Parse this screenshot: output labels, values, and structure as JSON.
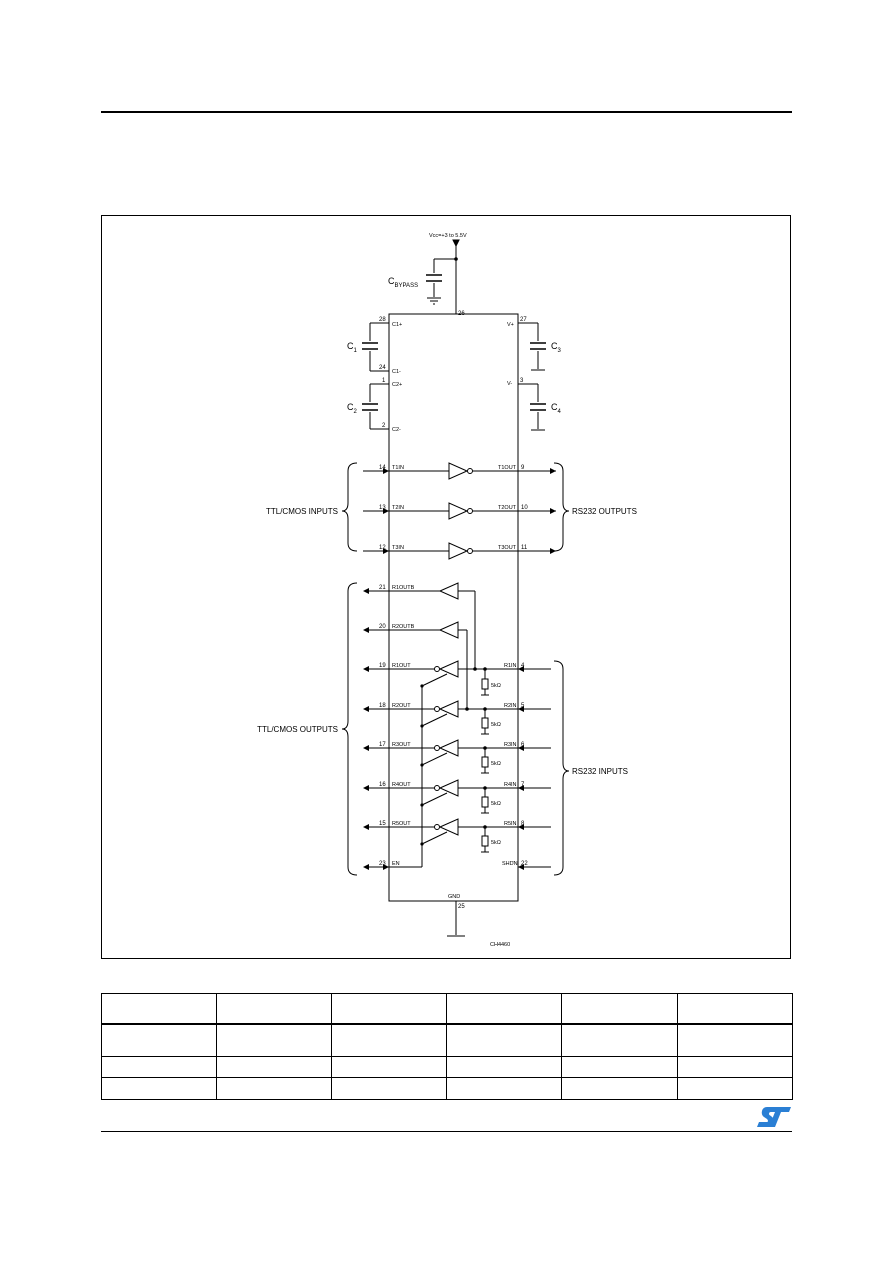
{
  "diagram": {
    "supply_label": "Vcc=+3 to 5.5V",
    "bypass_cap": {
      "name": "C",
      "sub": "BYPASS"
    },
    "caps": [
      {
        "name": "C",
        "sub": "1"
      },
      {
        "name": "C",
        "sub": "2"
      },
      {
        "name": "C",
        "sub": "3"
      },
      {
        "name": "C",
        "sub": "4"
      }
    ],
    "pump_pins": [
      {
        "num": "28",
        "sig": "C1+"
      },
      {
        "num": "24",
        "sig": "C1-"
      },
      {
        "num": "1",
        "sig": "C2+"
      },
      {
        "num": "2",
        "sig": "C2-"
      },
      {
        "num": "27",
        "sig": "V+"
      },
      {
        "num": "3",
        "sig": "V-"
      }
    ],
    "vcc_pin": "26",
    "gnd": {
      "sig": "GND",
      "num": "25"
    },
    "drivers": [
      {
        "in_num": "14",
        "in_sig": "T1IN",
        "out_sig": "T1OUT",
        "out_num": "9"
      },
      {
        "in_num": "13",
        "in_sig": "T2IN",
        "out_sig": "T2OUT",
        "out_num": "10"
      },
      {
        "in_num": "12",
        "in_sig": "T3IN",
        "out_sig": "T3OUT",
        "out_num": "11"
      }
    ],
    "bypass_outputs": [
      {
        "num": "21",
        "sig": "R1OUTB"
      },
      {
        "num": "20",
        "sig": "R2OUTB"
      }
    ],
    "receivers": [
      {
        "out_num": "19",
        "out_sig": "R1OUT",
        "in_sig": "R1IN",
        "in_num": "4",
        "res": "5kΩ"
      },
      {
        "out_num": "18",
        "out_sig": "R2OUT",
        "in_sig": "R2IN",
        "in_num": "5",
        "res": "5kΩ"
      },
      {
        "out_num": "17",
        "out_sig": "R3OUT",
        "in_sig": "R3IN",
        "in_num": "6",
        "res": "5kΩ"
      },
      {
        "out_num": "16",
        "out_sig": "R4OUT",
        "in_sig": "R4IN",
        "in_num": "7",
        "res": "5kΩ"
      },
      {
        "out_num": "15",
        "out_sig": "R5OUT",
        "in_sig": "R5IN",
        "in_num": "8",
        "res": "5kΩ"
      }
    ],
    "en": {
      "num": "23",
      "sig": "EN"
    },
    "shdn": {
      "num": "22",
      "sig": "SHDN"
    },
    "group_labels": {
      "ttl_inputs": "TTL/CMOS INPUTS",
      "rs232_outputs": "RS232 OUTPUTS",
      "ttl_outputs": "TTL/CMOS OUTPUTS",
      "rs232_inputs": "RS232 INPUTS"
    },
    "figure_code": "CH4460"
  },
  "table": {
    "columns": 6,
    "header": [
      "",
      "",
      "",
      "",
      "",
      ""
    ],
    "rows": [
      [
        "",
        "",
        "",
        "",
        "",
        ""
      ],
      [
        "",
        "",
        "",
        "",
        "",
        ""
      ],
      [
        "",
        "",
        "",
        "",
        "",
        ""
      ]
    ]
  },
  "logo": {
    "text": "ST",
    "color": "#2a7fd4"
  }
}
